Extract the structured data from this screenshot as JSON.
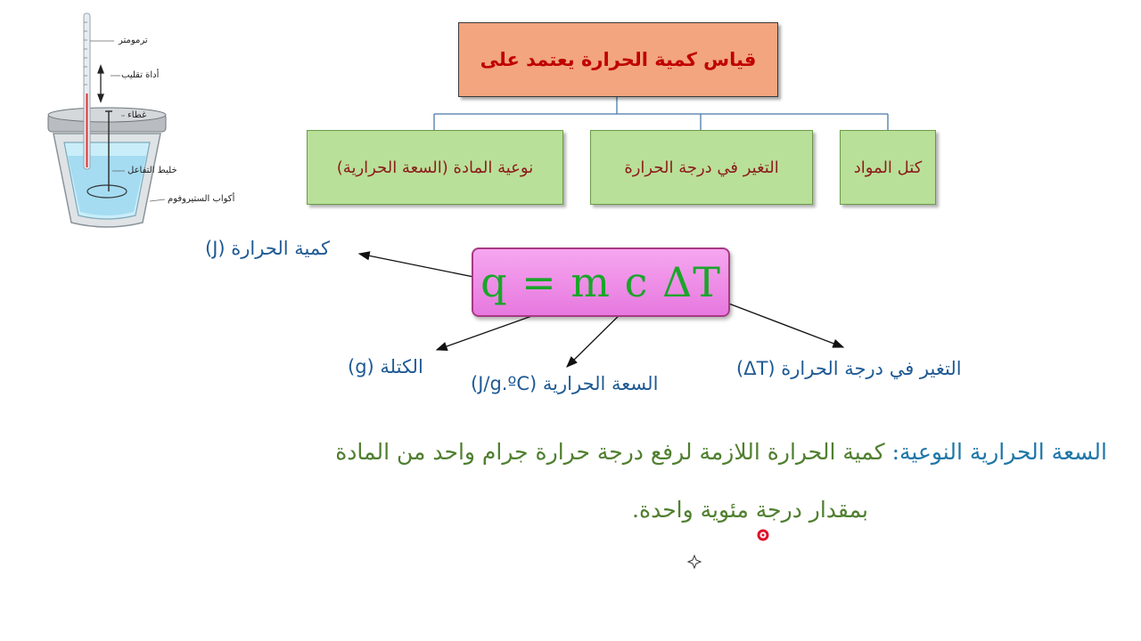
{
  "calorimeter": {
    "labels": {
      "thermometer": "ترمومتر",
      "stirrer": "أداة تقليب",
      "lid": "غطاء",
      "mixture": "خليط التفاعل",
      "cups": "أكواب الستيروفوم"
    }
  },
  "concept_map": {
    "root": "قياس كمية الحرارة يعتمد على",
    "children": [
      "نوعية المادة (السعة الحرارية)",
      "التغير في درجة الحرارة",
      "كتل المواد"
    ]
  },
  "formula": {
    "text": "q = m c ΔT",
    "labels": {
      "q": "كمية الحرارة (J)",
      "m": "الكتلة (g)",
      "c": "السعة الحرارية (J/g.ºC)",
      "dT": "التغير في درجة الحرارة (ΔT)"
    }
  },
  "definition": {
    "term": "السعة الحرارية النوعية:",
    "line1_rest": " كمية الحرارة اللازمة لرفع درجة حرارة جرام واحد من المادة",
    "line2": "بمقدار درجة مئوية واحدة."
  },
  "colors": {
    "title_box": "#f2a57e",
    "title_text": "#c00000",
    "green_box": "#b9e098",
    "formula_box": "#f08ce8",
    "formula_text": "#1aa52a",
    "label_blue": "#1f5a94",
    "definition_green": "#4f7f2f",
    "cursor_red": "#e0102a"
  }
}
